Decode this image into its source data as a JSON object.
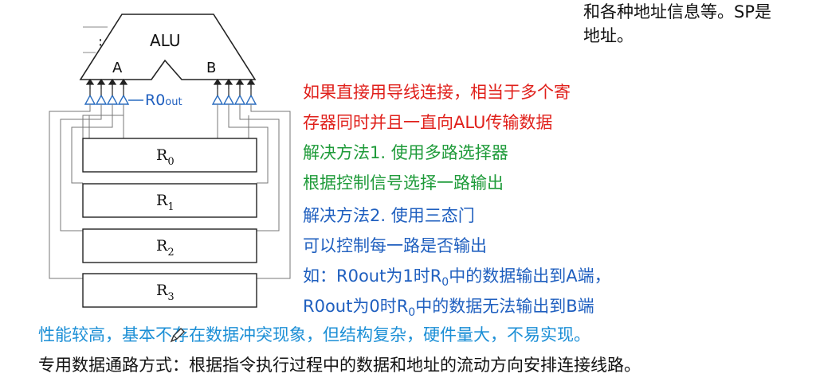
{
  "top_right": {
    "line1": "和各种地址信息等。SP是",
    "line2": "地址。"
  },
  "diagram": {
    "alu_label": "ALU",
    "port_a": "A",
    "port_b": "B",
    "dots": "⋮",
    "r0out_main": "R0",
    "r0out_sub": "out",
    "registers": [
      {
        "main": "R",
        "sub": "0"
      },
      {
        "main": "R",
        "sub": "1"
      },
      {
        "main": "R",
        "sub": "2"
      },
      {
        "main": "R",
        "sub": "3"
      }
    ]
  },
  "notes": {
    "red1": "如果直接用导线连接，相当于多个寄",
    "red2": "存器同时并且一直向ALU传输数据",
    "green1": "解决方法1. 使用多路选择器",
    "green2": "根据控制信号选择一路输出",
    "blue1": "解决方法2. 使用三态门",
    "blue2": "可以控制每一路是否输出",
    "blue3_a": "如：R0out为1时R",
    "blue3_sub": "0",
    "blue3_b": "中的数据输出到A端，",
    "blue4_a": "R0out为0时R",
    "blue4_sub": "0",
    "blue4_b": "中的数据无法输出到B端"
  },
  "bottom": {
    "cyan_line": "性能较高，基本不存在数据冲突现象，但结构复杂，硬件量大，不易实现。",
    "black_line": "专用数据通路方式：根据指令执行过程中的数据和地址的流动方向安排连接线路。"
  },
  "colors": {
    "red": "#e0201b",
    "green": "#1f9b3a",
    "blue": "#1f5fbf",
    "cyan": "#1c8fd6"
  },
  "icons": [
    "pen-cursor-icon"
  ]
}
